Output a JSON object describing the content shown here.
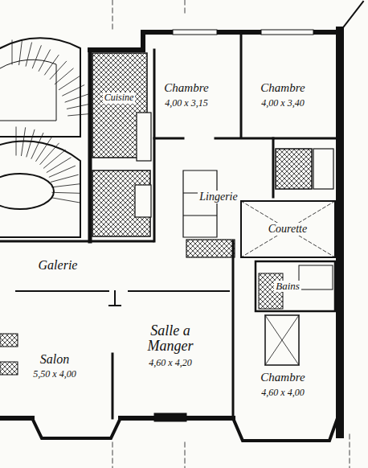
{
  "diagram": {
    "nodes": [
      {
        "text": [
          "Chambre",
          "4,00 x 3,15"
        ]
      },
      {
        "text": [
          "Chambre",
          "4,00 x 3,40"
        ]
      },
      {
        "text": [
          "Cuisine"
        ]
      },
      {
        "text": [
          "Lingerie"
        ]
      },
      {
        "text": [
          "Courette"
        ]
      },
      {
        "text": [
          "Bains"
        ]
      },
      {
        "text": [
          "Galerie"
        ]
      },
      {
        "text": [
          "Salon",
          "5,50 x 4,00"
        ]
      },
      {
        "text": [
          "Salle a Manger",
          "4,60 x 4,20"
        ]
      },
      {
        "text": [
          "Chambre",
          "4,60 x 4,00"
        ]
      }
    ]
  }
}
